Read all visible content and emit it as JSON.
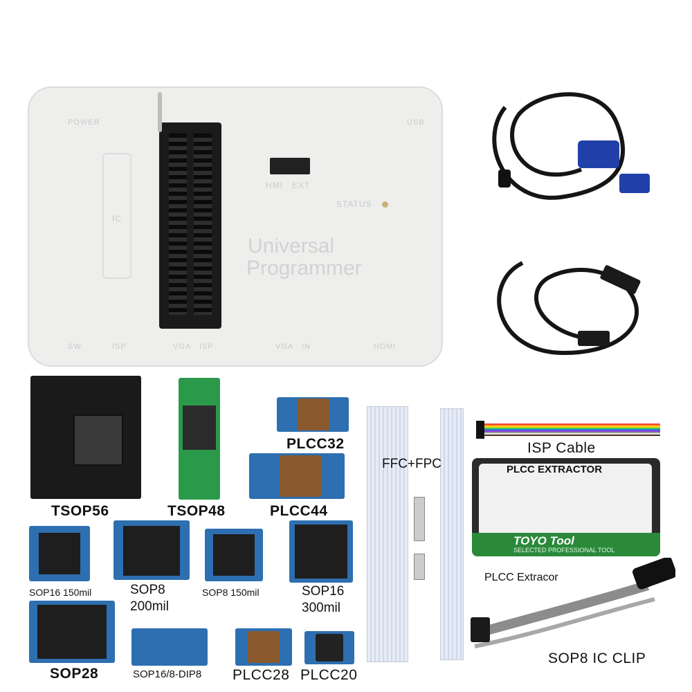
{
  "device": {
    "labels": {
      "power": "POWER",
      "usb": "USB",
      "hmi": "HMI",
      "ext": "EXT",
      "status": "STATUS",
      "ic": "IC",
      "sw": "SW",
      "isp1": "ISP",
      "vga1": "VGA",
      "isp2": "ISP",
      "vga2": "VGA",
      "in": "IN",
      "hdmi": "HDMI"
    },
    "title_line1": "Universal",
    "title_line2": "Programmer"
  },
  "items": {
    "tsop56": "TSOP56",
    "tsop48": "TSOP48",
    "plcc32": "PLCC32",
    "plcc44": "PLCC44",
    "ffc": "FFC+FPC",
    "isp_cable": "ISP Cable",
    "plcc_extractor_label": "PLCC Extracor",
    "sop16_150": "SOP16 150mil",
    "sop8_200_a": "SOP8",
    "sop8_200_b": "200mil",
    "sop8_150": "SOP8 150mil",
    "sop16_300_a": "SOP16",
    "sop16_300_b": "300mil",
    "sop28": "SOP28",
    "sop16_dip8": "SOP16/8-DIP8",
    "plcc28": "PLCC28",
    "plcc20": "PLCC20",
    "sop8_clip": "SOP8 IC CLIP"
  },
  "extractor_pack": {
    "header": "PLCC EXTRACTOR",
    "brand": "TOYO Tool",
    "tagline": "SELECTED PROFESSIONAL TOOL"
  }
}
